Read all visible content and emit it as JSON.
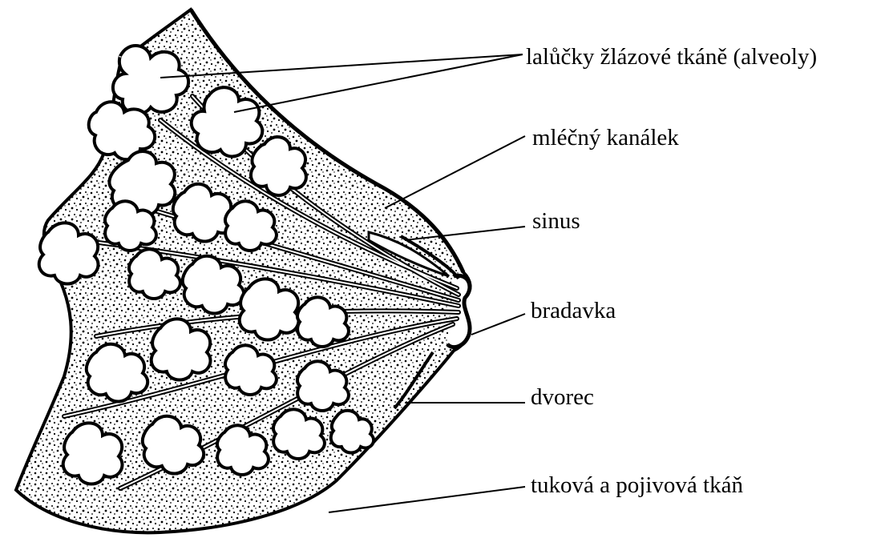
{
  "labels": {
    "alveoly": "lalůčky žlázové tkáně (alveoly)",
    "milk_duct": "mléčný kanálek",
    "sinus": "sinus",
    "nipple": "bradavka",
    "areola": "dvorec",
    "fat_tissue": "tuková a pojivová tkáň"
  },
  "colors": {
    "ink": "#000000",
    "background": "#ffffff"
  }
}
